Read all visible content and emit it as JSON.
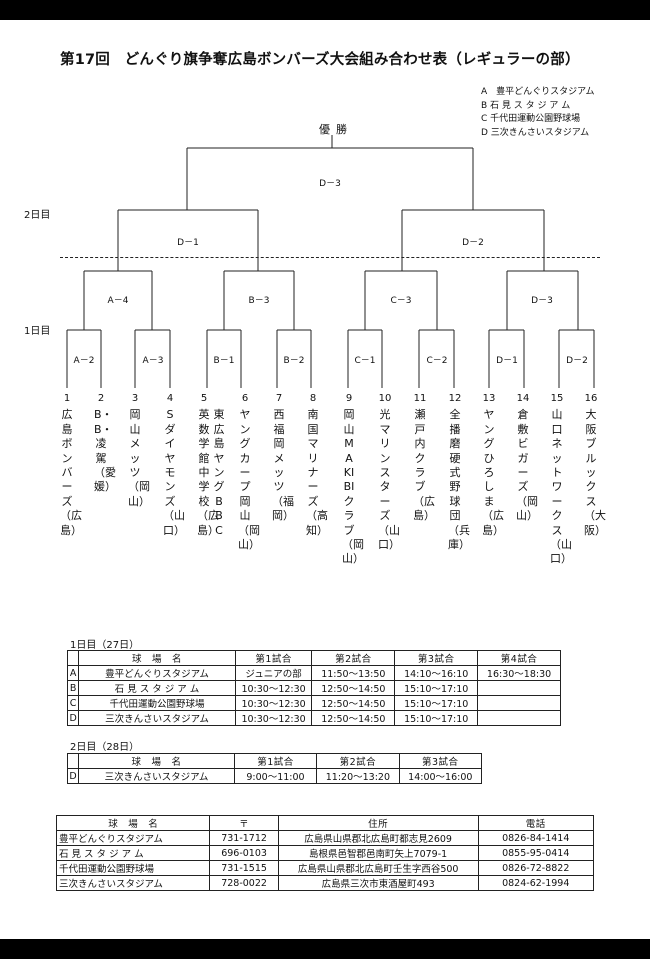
{
  "title": "第17回　どんぐり旗争奪広島ボンバーズ大会組み合わせ表（レギュラーの部）",
  "venue_key": [
    "A　豊平どんぐりスタジアム",
    "B 石 見 ス タ ジ ア ム",
    "C 千代田運動公園野球場",
    "D 三次きんさいスタジアム"
  ],
  "day_labels": {
    "day2": "2日目",
    "day1": "1日目"
  },
  "bracket": {
    "champion": "優勝",
    "final": "D－3",
    "semi": [
      "D－1",
      "D－2"
    ],
    "quarter": [
      "A－4",
      "B－3",
      "C－3",
      "D－3"
    ],
    "first_round": [
      "A－2",
      "A－3",
      "B－1",
      "B－2",
      "C－1",
      "C－2",
      "D－1",
      "D－2"
    ]
  },
  "teams": [
    {
      "num": "1",
      "name": "広島ボンバーズ",
      "region": "（広島）"
    },
    {
      "num": "2",
      "name": "B・B・凌駕",
      "region": "（愛媛）"
    },
    {
      "num": "3",
      "name": "岡山メッツ",
      "region": "（岡山）"
    },
    {
      "num": "4",
      "name": "Sダイヤモンズ",
      "region": "（山口）"
    },
    {
      "num": "5",
      "name": "英数学館中学校",
      "region": "（広島）"
    },
    {
      "num": "6",
      "name": "東広島ヤングBBC",
      "region": ""
    },
    {
      "num": "6",
      "name": "ヤングカープ岡山",
      "region": "（岡山）"
    },
    {
      "num": "7",
      "name": "西福岡メッツ",
      "region": "（福岡）"
    },
    {
      "num": "8",
      "name": "南国マリナーズ",
      "region": "（高知）"
    },
    {
      "num": "9",
      "name": "岡山MAKIBIクラブ",
      "region": "（岡山）"
    },
    {
      "num": "10",
      "name": "光マリンスターズ",
      "region": "（山口）"
    },
    {
      "num": "11",
      "name": "瀬戸内クラブ",
      "region": "（広島）"
    },
    {
      "num": "12",
      "name": "全播磨硬式野球団",
      "region": "（兵庫）"
    },
    {
      "num": "13",
      "name": "ヤングひろしま",
      "region": "（広島）"
    },
    {
      "num": "14",
      "name": "倉敷ビガーズ",
      "region": "（岡山）"
    },
    {
      "num": "15",
      "name": "山口ネットワークス",
      "region": "（山口）"
    },
    {
      "num": "16",
      "name": "大阪ブルックス",
      "region": "（大阪）"
    }
  ],
  "day1": {
    "heading": "1日目（27日）",
    "headers": [
      "球　場　名",
      "第1試合",
      "第2試合",
      "第3試合",
      "第4試合"
    ],
    "rows": [
      {
        "key": "A",
        "venue": "豊平どんぐりスタジアム",
        "g1": "ジュニアの部",
        "g2": "11:50～13:50",
        "g3": "14:10～16:10",
        "g4": "16:30～18:30"
      },
      {
        "key": "B",
        "venue": "石 見 ス タ ジ ア ム",
        "g1": "10:30～12:30",
        "g2": "12:50～14:50",
        "g3": "15:10～17:10",
        "g4": ""
      },
      {
        "key": "C",
        "venue": "千代田運動公園野球場",
        "g1": "10:30～12:30",
        "g2": "12:50～14:50",
        "g3": "15:10～17:10",
        "g4": ""
      },
      {
        "key": "D",
        "venue": "三次きんさいスタジアム",
        "g1": "10:30～12:30",
        "g2": "12:50～14:50",
        "g3": "15:10～17:10",
        "g4": ""
      }
    ]
  },
  "day2": {
    "heading": "2日目（28日）",
    "headers": [
      "球　場　名",
      "第1試合",
      "第2試合",
      "第3試合"
    ],
    "rows": [
      {
        "key": "D",
        "venue": "三次きんさいスタジアム",
        "g1": "9:00～11:00",
        "g2": "11:20～13:20",
        "g3": "14:00～16:00"
      }
    ]
  },
  "addresses": {
    "headers": [
      "球　場　名",
      "〒",
      "住所",
      "電話"
    ],
    "rows": [
      {
        "venue": "豊平どんぐりスタジアム",
        "zip": "731-1712",
        "addr": "広島県山県郡北広島町都志見2609",
        "tel": "0826-84-1414"
      },
      {
        "venue": "石 見 ス タ ジ ア ム",
        "zip": "696-0103",
        "addr": "島根県邑智郡邑南町矢上7079-1",
        "tel": "0855-95-0414"
      },
      {
        "venue": "千代田運動公園野球場",
        "zip": "731-1515",
        "addr": "広島県山県郡北広島町壬生字西谷500",
        "tel": "0826-72-8822"
      },
      {
        "venue": "三次きんさいスタジアム",
        "zip": "728-0022",
        "addr": "広島県三次市東酒屋町493",
        "tel": "0824-62-1994"
      }
    ]
  }
}
